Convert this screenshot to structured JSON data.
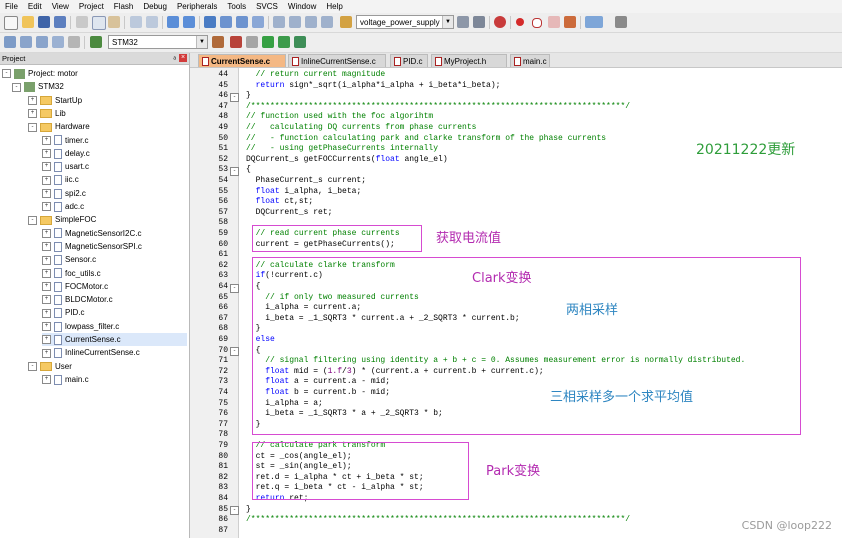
{
  "menu": [
    "File",
    "Edit",
    "View",
    "Project",
    "Flash",
    "Debug",
    "Peripherals",
    "Tools",
    "SVCS",
    "Window",
    "Help"
  ],
  "toolbar": {
    "target_search": "voltage_power_supply",
    "target_name": "STM32"
  },
  "project": {
    "panel_title": "Project",
    "tree": [
      {
        "label": "Project: motor",
        "kind": "root",
        "level": 0,
        "expander": "-"
      },
      {
        "label": "STM32",
        "kind": "target",
        "level": 1,
        "expander": "-"
      },
      {
        "label": "StartUp",
        "kind": "folder",
        "level": 2,
        "expander": "+"
      },
      {
        "label": "Lib",
        "kind": "folder",
        "level": 2,
        "expander": "+"
      },
      {
        "label": "Hardware",
        "kind": "folder",
        "level": 2,
        "expander": "-"
      },
      {
        "label": "timer.c",
        "kind": "file",
        "level": 3,
        "expander": "+"
      },
      {
        "label": "delay.c",
        "kind": "file",
        "level": 3,
        "expander": "+"
      },
      {
        "label": "usart.c",
        "kind": "file",
        "level": 3,
        "expander": "+"
      },
      {
        "label": "iic.c",
        "kind": "file",
        "level": 3,
        "expander": "+"
      },
      {
        "label": "spi2.c",
        "kind": "file",
        "level": 3,
        "expander": "+"
      },
      {
        "label": "adc.c",
        "kind": "file",
        "level": 3,
        "expander": "+"
      },
      {
        "label": "SimpleFOC",
        "kind": "folder",
        "level": 2,
        "expander": "-"
      },
      {
        "label": "MagneticSensorI2C.c",
        "kind": "file",
        "level": 3,
        "expander": "+"
      },
      {
        "label": "MagneticSensorSPI.c",
        "kind": "file",
        "level": 3,
        "expander": "+"
      },
      {
        "label": "Sensor.c",
        "kind": "file",
        "level": 3,
        "expander": "+"
      },
      {
        "label": "foc_utils.c",
        "kind": "file",
        "level": 3,
        "expander": "+"
      },
      {
        "label": "FOCMotor.c",
        "kind": "file",
        "level": 3,
        "expander": "+"
      },
      {
        "label": "BLDCMotor.c",
        "kind": "file",
        "level": 3,
        "expander": "+"
      },
      {
        "label": "PID.c",
        "kind": "file",
        "level": 3,
        "expander": "+"
      },
      {
        "label": "lowpass_filter.c",
        "kind": "file",
        "level": 3,
        "expander": "+"
      },
      {
        "label": "CurrentSense.c",
        "kind": "file",
        "level": 3,
        "expander": "+",
        "selected": true
      },
      {
        "label": "InlineCurrentSense.c",
        "kind": "file",
        "level": 3,
        "expander": "+"
      },
      {
        "label": "User",
        "kind": "folder",
        "level": 2,
        "expander": "-"
      },
      {
        "label": "main.c",
        "kind": "file",
        "level": 3,
        "expander": "+"
      }
    ]
  },
  "tabs": [
    {
      "label": "CurrentSense.c",
      "active": true
    },
    {
      "label": "InlineCurrentSense.c",
      "active": false
    },
    {
      "label": "PID.c",
      "active": false
    },
    {
      "label": "MyProject.h",
      "active": false
    },
    {
      "label": "main.c",
      "active": false
    }
  ],
  "code": [
    {
      "n": "44",
      "fold": "",
      "parts": [
        [
          "  ",
          ""
        ],
        [
          "// return current magnitude",
          "cm"
        ]
      ]
    },
    {
      "n": "45",
      "fold": "",
      "parts": [
        [
          "  ",
          ""
        ],
        [
          "return",
          "kw"
        ],
        [
          " sign*_sqrt(i_alpha*i_alpha + i_beta*i_beta);",
          ""
        ]
      ]
    },
    {
      "n": "46",
      "fold": "-",
      "parts": [
        [
          "}",
          ""
        ]
      ]
    },
    {
      "n": "47",
      "fold": "",
      "parts": [
        [
          "/******************************************************************************/",
          "cm"
        ]
      ]
    },
    {
      "n": "48",
      "fold": "",
      "parts": [
        [
          "// function used with the foc algorihtm",
          "cm"
        ]
      ]
    },
    {
      "n": "49",
      "fold": "",
      "parts": [
        [
          "//   calculating DQ currents from phase currents",
          "cm"
        ]
      ]
    },
    {
      "n": "50",
      "fold": "",
      "parts": [
        [
          "//   - function calculating park and clarke transform of the phase currents",
          "cm"
        ]
      ]
    },
    {
      "n": "51",
      "fold": "",
      "parts": [
        [
          "//   - using getPhaseCurrents internally",
          "cm"
        ]
      ]
    },
    {
      "n": "52",
      "fold": "",
      "parts": [
        [
          "DQCurrent_s getFOCCurrents(",
          ""
        ],
        [
          "float",
          "kw"
        ],
        [
          " angle_el)",
          ""
        ]
      ]
    },
    {
      "n": "53",
      "fold": "-",
      "parts": [
        [
          "{",
          ""
        ]
      ]
    },
    {
      "n": "54",
      "fold": "",
      "parts": [
        [
          "  PhaseCurrent_s current;",
          ""
        ]
      ]
    },
    {
      "n": "55",
      "fold": "",
      "parts": [
        [
          "  ",
          ""
        ],
        [
          "float",
          "kw"
        ],
        [
          " i_alpha, i_beta;",
          ""
        ]
      ]
    },
    {
      "n": "56",
      "fold": "",
      "parts": [
        [
          "  ",
          ""
        ],
        [
          "float",
          "kw"
        ],
        [
          " ct,st;",
          ""
        ]
      ]
    },
    {
      "n": "57",
      "fold": "",
      "parts": [
        [
          "  DQCurrent_s ret;",
          ""
        ]
      ]
    },
    {
      "n": "58",
      "fold": "",
      "parts": [
        [
          "",
          ""
        ]
      ]
    },
    {
      "n": "59",
      "fold": "",
      "parts": [
        [
          "  ",
          ""
        ],
        [
          "// read current phase currents",
          "cm"
        ]
      ]
    },
    {
      "n": "60",
      "fold": "",
      "parts": [
        [
          "  current = getPhaseCurrents();",
          ""
        ]
      ]
    },
    {
      "n": "61",
      "fold": "",
      "parts": [
        [
          "",
          ""
        ]
      ]
    },
    {
      "n": "62",
      "fold": "",
      "parts": [
        [
          "  ",
          ""
        ],
        [
          "// calculate clarke transform",
          "cm"
        ]
      ]
    },
    {
      "n": "63",
      "fold": "",
      "parts": [
        [
          "  ",
          ""
        ],
        [
          "if",
          "kw"
        ],
        [
          "(!current.c)",
          ""
        ]
      ]
    },
    {
      "n": "64",
      "fold": "-",
      "parts": [
        [
          "  {",
          ""
        ]
      ]
    },
    {
      "n": "65",
      "fold": "",
      "parts": [
        [
          "    ",
          ""
        ],
        [
          "// if only two measured currents",
          "cm"
        ]
      ]
    },
    {
      "n": "66",
      "fold": "",
      "parts": [
        [
          "    i_alpha = current.a;",
          ""
        ]
      ]
    },
    {
      "n": "67",
      "fold": "",
      "parts": [
        [
          "    i_beta = _1_SQRT3 * current.a + _2_SQRT3 * current.b;",
          ""
        ]
      ]
    },
    {
      "n": "68",
      "fold": "",
      "parts": [
        [
          "  }",
          ""
        ]
      ]
    },
    {
      "n": "69",
      "fold": "",
      "parts": [
        [
          "  ",
          ""
        ],
        [
          "else",
          "kw"
        ]
      ]
    },
    {
      "n": "70",
      "fold": "-",
      "parts": [
        [
          "  {",
          ""
        ]
      ]
    },
    {
      "n": "71",
      "fold": "",
      "parts": [
        [
          "    ",
          ""
        ],
        [
          "// signal filtering using identity a + b + c = 0. Assumes measurement error is normally distributed.",
          "cm"
        ]
      ]
    },
    {
      "n": "72",
      "fold": "",
      "parts": [
        [
          "    ",
          ""
        ],
        [
          "float",
          "kw"
        ],
        [
          " mid = (",
          ""
        ],
        [
          "1.f",
          "num"
        ],
        [
          "/",
          ""
        ],
        [
          "3",
          "num"
        ],
        [
          ") * (current.a + current.b + current.c);",
          ""
        ]
      ]
    },
    {
      "n": "73",
      "fold": "",
      "parts": [
        [
          "    ",
          ""
        ],
        [
          "float",
          "kw"
        ],
        [
          " a = current.a - mid;",
          ""
        ]
      ]
    },
    {
      "n": "74",
      "fold": "",
      "parts": [
        [
          "    ",
          ""
        ],
        [
          "float",
          "kw"
        ],
        [
          " b = current.b - mid;",
          ""
        ]
      ]
    },
    {
      "n": "75",
      "fold": "",
      "parts": [
        [
          "    i_alpha = a;",
          ""
        ]
      ]
    },
    {
      "n": "76",
      "fold": "",
      "parts": [
        [
          "    i_beta = _1_SQRT3 * a + _2_SQRT3 * b;",
          ""
        ]
      ]
    },
    {
      "n": "77",
      "fold": "",
      "parts": [
        [
          "  }",
          ""
        ]
      ]
    },
    {
      "n": "78",
      "fold": "",
      "parts": [
        [
          "",
          ""
        ]
      ]
    },
    {
      "n": "79",
      "fold": "",
      "parts": [
        [
          "  ",
          ""
        ],
        [
          "// calculate park transform",
          "cm"
        ]
      ]
    },
    {
      "n": "80",
      "fold": "",
      "parts": [
        [
          "  ct = _cos(angle_el);",
          ""
        ]
      ]
    },
    {
      "n": "81",
      "fold": "",
      "parts": [
        [
          "  st = _sin(angle_el);",
          ""
        ]
      ]
    },
    {
      "n": "82",
      "fold": "",
      "parts": [
        [
          "  ret.d = i_alpha * ct + i_beta * st;",
          ""
        ]
      ]
    },
    {
      "n": "83",
      "fold": "",
      "parts": [
        [
          "  ret.q = i_beta * ct - i_alpha * st;",
          ""
        ]
      ]
    },
    {
      "n": "84",
      "fold": "",
      "parts": [
        [
          "  ",
          ""
        ],
        [
          "return",
          "kw"
        ],
        [
          " ret;",
          ""
        ]
      ]
    },
    {
      "n": "85",
      "fold": "-",
      "parts": [
        [
          "}",
          ""
        ]
      ]
    },
    {
      "n": "86",
      "fold": "",
      "parts": [
        [
          "/******************************************************************************/",
          "cm"
        ]
      ]
    },
    {
      "n": "87",
      "fold": "",
      "parts": [
        [
          "",
          ""
        ]
      ]
    }
  ],
  "annotations": {
    "update_note": "20211222更新",
    "get_current": "获取电流值",
    "clark": "Clark变换",
    "two_phase": "两相采样",
    "three_phase": "三相采样多一个求平均值",
    "park": "Park变换"
  },
  "colors": {
    "comment": "#008000",
    "keyword": "#0000ff",
    "annotation_box": "#d64bd1",
    "active_tab": "#f4b884"
  },
  "watermark": "CSDN @loop222"
}
